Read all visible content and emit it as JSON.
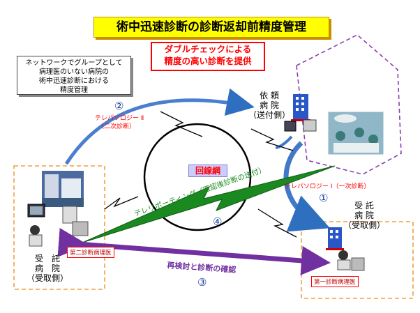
{
  "title": "術中迅速診断の診断返却前精度管理",
  "subtitle_line1": "ダブルチェックによる",
  "subtitle_line2": "精度の高い診断を提供",
  "network_note": {
    "line1": "ネットワークでグループとして",
    "line2": "病理医のいない病院の",
    "line3": "術中迅速診断における",
    "line4": "精度管理"
  },
  "marker_2": "②",
  "telepathology_2": "テレパソロジー Ⅱ",
  "secondary_dx": "（二次診断）",
  "requesting_hospital": {
    "line1": "依 頼",
    "line2": "病 院",
    "line3": "（送付側）"
  },
  "network_label": "回線網",
  "telepathology_1": "テレパソロジー Ⅰ（一次診断）",
  "marker_1": "①",
  "teleporting": "テレリポーティング（確認後診断の送付）",
  "marker_4": "④",
  "receiving_right": {
    "line1": "受 託",
    "line2": "病 院",
    "line3": "（受取側）"
  },
  "receiving_left": {
    "line1": "受　託",
    "line2": "病　院",
    "line3": "（受取側）"
  },
  "second_pathologist": "第二診断病理医",
  "first_pathologist": "第一診断病理医",
  "recheck": "再検討と診断の確認",
  "marker_3": "③",
  "colors": {
    "title_bg": "#ffff00",
    "dash_orange": "#f0a040",
    "dash_purple": "#8a3fb0",
    "teleporting_green": "#1a8a20",
    "recheck_purple": "#7030a0",
    "arrow_blue": "#2f6fbf",
    "network_blue": "#0000cc",
    "red_text": "#ff0000"
  }
}
